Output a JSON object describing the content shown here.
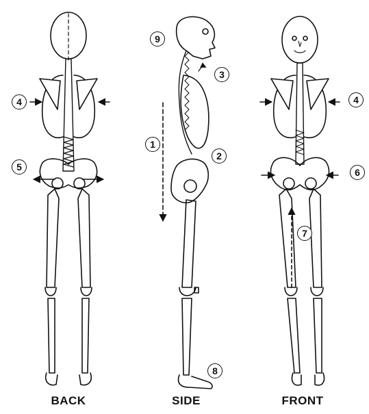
{
  "views": {
    "back": "BACK",
    "side": "SIDE",
    "front": "FRONT"
  },
  "markers": {
    "m1": "1",
    "m2": "2",
    "m3": "3",
    "m4_back": "4",
    "m4_front": "4",
    "m5": "5",
    "m6": "6",
    "m7": "7",
    "m8": "8",
    "m9": "9"
  },
  "colors": {
    "ink": "#111111",
    "paper": "#ffffff"
  }
}
